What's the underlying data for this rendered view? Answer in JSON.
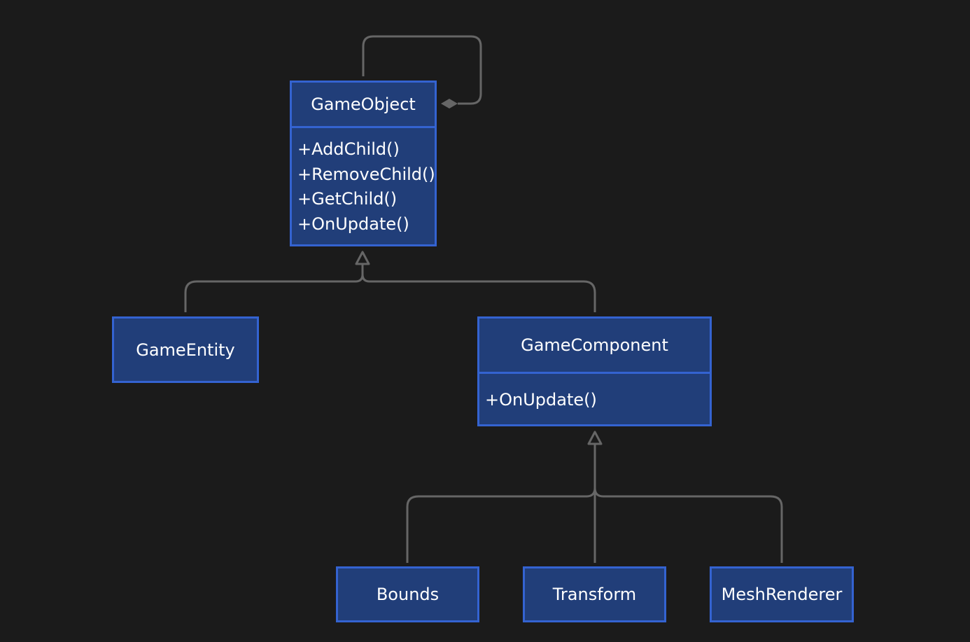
{
  "diagram": {
    "type": "uml-class-diagram",
    "colors": {
      "background": "#1b1b1b",
      "class_fill": "#213e79",
      "class_border": "#3463d1",
      "edge": "#666666",
      "text": "#ffffff"
    },
    "classes": {
      "game_object": {
        "name": "GameObject",
        "methods": [
          "+AddChild()",
          "+RemoveChild()",
          "+GetChild()",
          "+OnUpdate()"
        ]
      },
      "game_entity": {
        "name": "GameEntity"
      },
      "game_component": {
        "name": "GameComponent",
        "methods": [
          "+OnUpdate()"
        ]
      },
      "bounds": {
        "name": "Bounds"
      },
      "transform": {
        "name": "Transform"
      },
      "mesh_renderer": {
        "name": "MeshRenderer"
      }
    },
    "relations": [
      {
        "type": "composition",
        "from": "GameObject",
        "to": "GameObject"
      },
      {
        "type": "inheritance",
        "child": "GameEntity",
        "parent": "GameObject"
      },
      {
        "type": "inheritance",
        "child": "GameComponent",
        "parent": "GameObject"
      },
      {
        "type": "inheritance",
        "child": "Bounds",
        "parent": "GameComponent"
      },
      {
        "type": "inheritance",
        "child": "Transform",
        "parent": "GameComponent"
      },
      {
        "type": "inheritance",
        "child": "MeshRenderer",
        "parent": "GameComponent"
      }
    ]
  }
}
